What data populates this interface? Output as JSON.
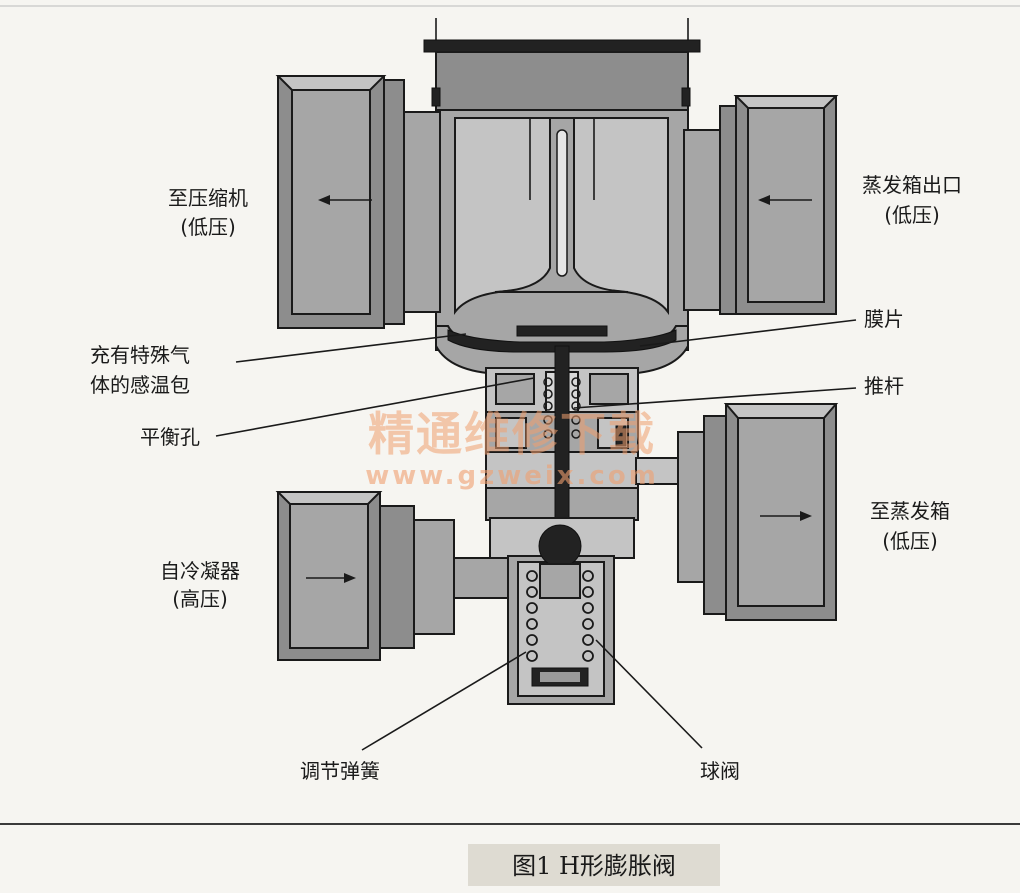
{
  "labels": {
    "to_compressor": {
      "line1": "至压缩机",
      "line2": "(低压)"
    },
    "evaporator_outlet": {
      "line1": "蒸发箱出口",
      "line2": "(低压)"
    },
    "diaphragm": "膜片",
    "sensing_bulb": {
      "line1": "充有特殊气",
      "line2": "体的感温包"
    },
    "push_rod": "推杆",
    "balance_hole": "平衡孔",
    "to_evaporator": {
      "line1": "至蒸发箱",
      "line2": "(低压)"
    },
    "from_condenser": {
      "line1": "自冷凝器",
      "line2": "(高压)"
    },
    "adjusting_spring": "调节弹簧",
    "ball_valve": "球阀"
  },
  "watermark": {
    "text_cn": "精通维修下载",
    "url": "www.gzweix.com"
  },
  "caption": "图1 H形膨胀阀",
  "colors": {
    "watermark": "#f0a070",
    "background": "#f6f5f1"
  }
}
